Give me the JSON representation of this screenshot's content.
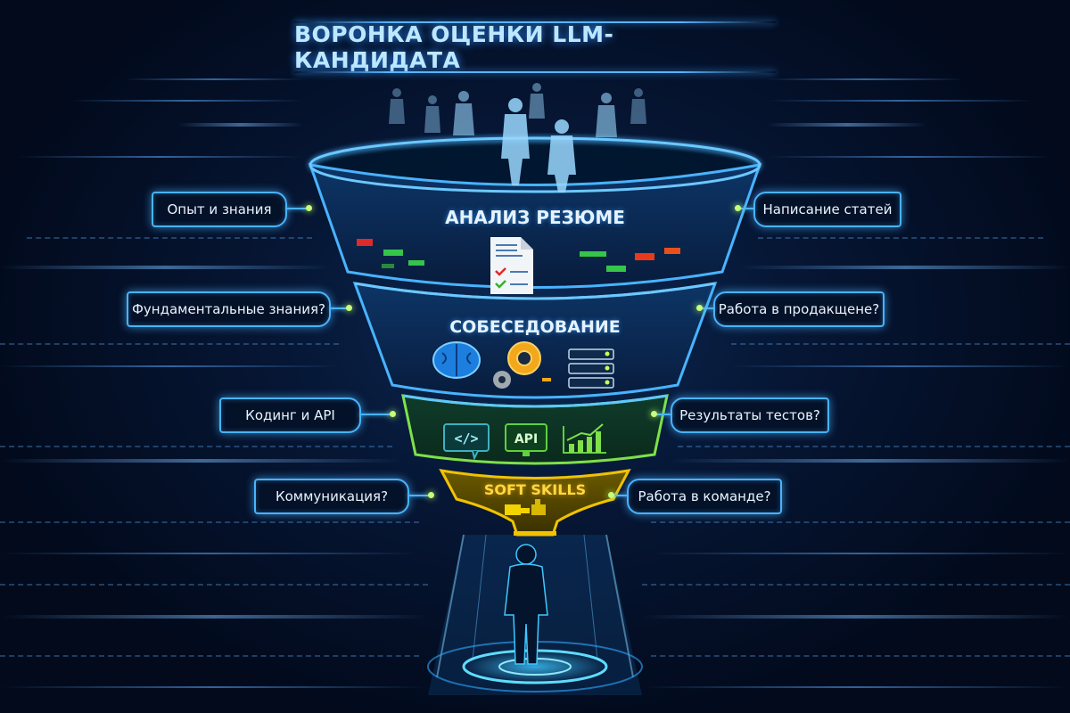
{
  "title": "ВОРОНКА ОЦЕНКИ LLM-КАНДИДАТА",
  "funnel": {
    "stages": [
      {
        "label": "АНАЛИЗ РЕЗЮМЕ",
        "icons": [
          "resume-document-icon"
        ],
        "color": "#49b3ff"
      },
      {
        "label": "СОБЕСЕДОВАНИЕ",
        "icons": [
          "brain-icon",
          "gears-icon",
          "server-icon"
        ],
        "color": "#49b3ff"
      },
      {
        "label": "",
        "icons": [
          "code-icon",
          "api-monitor-icon",
          "growth-chart-icon"
        ],
        "icon_labels": {
          "code": "</>",
          "api": "API"
        },
        "color": "#7fe04a"
      },
      {
        "label": "SOFT SKILLS",
        "icons": [
          "puzzle-icon"
        ],
        "color": "#f2c200"
      }
    ]
  },
  "left_tags": [
    {
      "label": "Опыт и знания"
    },
    {
      "label": "Фундаментальные знания?"
    },
    {
      "label": "Кодинг и API"
    },
    {
      "label": "Коммуникация?"
    }
  ],
  "right_tags": [
    {
      "label": "Написание статей"
    },
    {
      "label": "Работа в продакщене?"
    },
    {
      "label": "Результаты тестов?"
    },
    {
      "label": "Работа в команде?"
    }
  ],
  "colors": {
    "background": "#020a1c",
    "accent_blue": "#49b3ff",
    "accent_green": "#7fe04a",
    "accent_yellow": "#f2c200"
  }
}
